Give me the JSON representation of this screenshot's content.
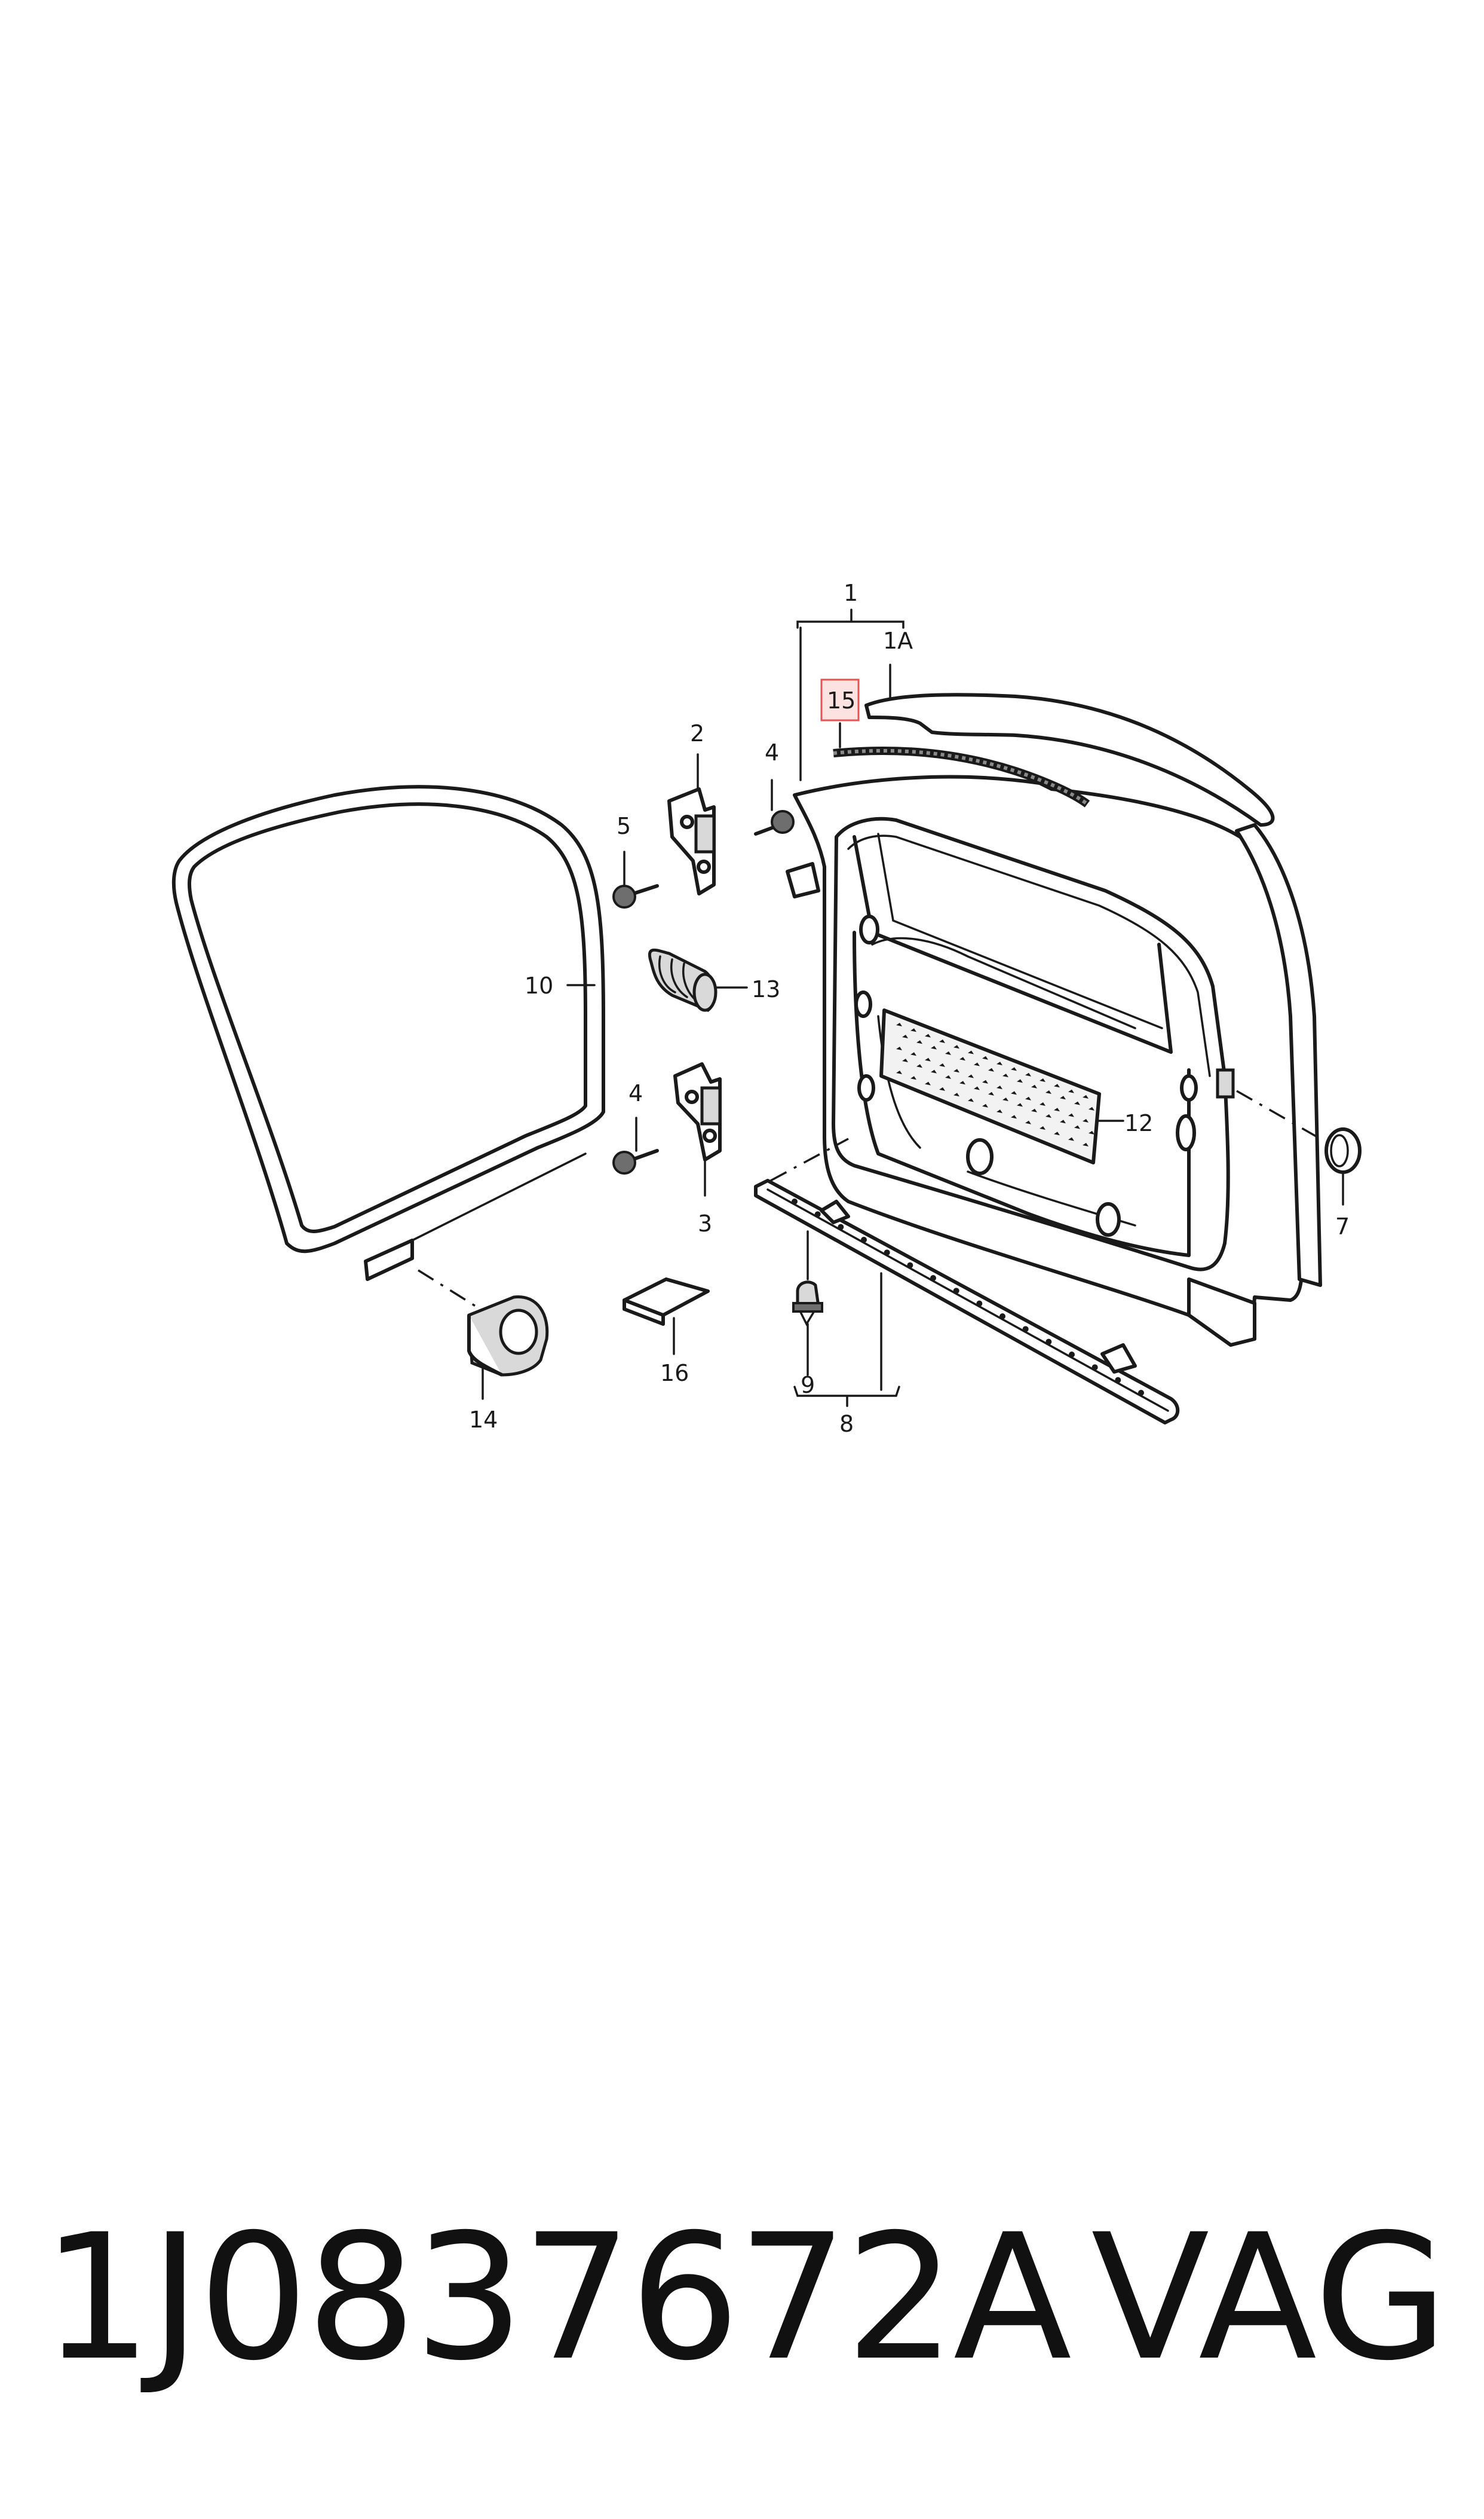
{
  "diagram": {
    "callouts": {
      "c1": "1",
      "c1a": "1A",
      "c2": "2",
      "c3": "3",
      "c4a": "4",
      "c4b": "4",
      "c5": "5",
      "c7": "7",
      "c8": "8",
      "c9": "9",
      "c10": "10",
      "c12": "12",
      "c13": "13",
      "c14": "14",
      "c15": "15",
      "c16": "16"
    },
    "highlighted_callout": "15",
    "colors": {
      "line": "#1a1a1a",
      "highlight_fill": "#fde2e2",
      "highlight_stroke": "#e25555"
    }
  },
  "footer": {
    "part_number": "1J0837672A",
    "brand": "VAG"
  }
}
